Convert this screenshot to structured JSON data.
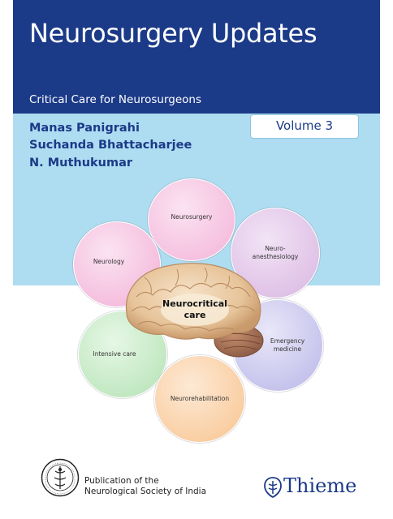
{
  "book": {
    "title": "Neurosurgery Updates",
    "subtitle": "Critical Care for Neurosurgeons",
    "volume": "Volume 3",
    "authors": [
      "Manas Panigrahi",
      "Suchanda Bhattacharjee",
      "N. Muthukumar"
    ]
  },
  "diagram": {
    "center": [
      "Neurocritical",
      "care"
    ],
    "petals": {
      "neurosurgery": "Neurosurgery",
      "neurology": "Neurology",
      "anesthesiology": [
        "Neuro-",
        "anesthesiology"
      ],
      "intensive_care": "Intensive care",
      "emergency_medicine": [
        "Emergency",
        "medicine"
      ],
      "neurorehabilitation": "Neurorehabilitation"
    }
  },
  "footer": {
    "publication_line1": "Publication of the",
    "publication_line2": "Neurological Society of India",
    "publisher": "Thieme"
  },
  "colors": {
    "banner": "#1b3a88",
    "band": "#aedcf1",
    "author_text": "#1b3a88"
  }
}
